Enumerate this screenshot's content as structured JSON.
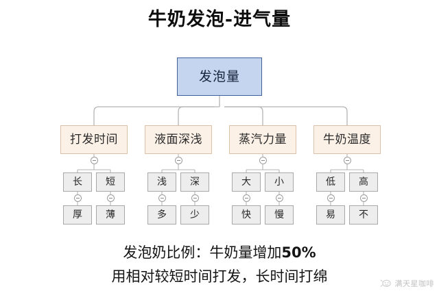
{
  "title": "牛奶发泡-进气量",
  "colors": {
    "root_fill": "#c6d5ef",
    "root_border": "#3f5f9a",
    "level2_fill": "#fcf1e7",
    "level2_border": "#d9c0a6",
    "leaf_fill": "#ededed",
    "leaf_border": "#a8a8a8",
    "connector": "#b0b0b0",
    "background": "#ffffff",
    "text": "#1a1a1a"
  },
  "diagram": {
    "root": {
      "label": "发泡量"
    },
    "branches": [
      {
        "label": "打发时间",
        "children": [
          {
            "label": "长",
            "child": {
              "label": "厚"
            }
          },
          {
            "label": "短",
            "child": {
              "label": "薄"
            }
          }
        ]
      },
      {
        "label": "液面深浅",
        "children": [
          {
            "label": "浅",
            "child": {
              "label": "多"
            }
          },
          {
            "label": "深",
            "child": {
              "label": "少"
            }
          }
        ]
      },
      {
        "label": "蒸汽力量",
        "children": [
          {
            "label": "大",
            "child": {
              "label": "快"
            }
          },
          {
            "label": "小",
            "child": {
              "label": "慢"
            }
          }
        ]
      },
      {
        "label": "牛奶温度",
        "children": [
          {
            "label": "低",
            "child": {
              "label": "易"
            }
          },
          {
            "label": "高",
            "child": {
              "label": "不"
            }
          }
        ]
      }
    ]
  },
  "captions": {
    "line1_prefix": "发泡奶比例：牛奶量增加",
    "line1_percent": "50%",
    "line2": "用相对较短时间打发，长时间打绵"
  },
  "watermark": {
    "text": "满天星咖啡",
    "icon": "coffee-face-icon"
  }
}
